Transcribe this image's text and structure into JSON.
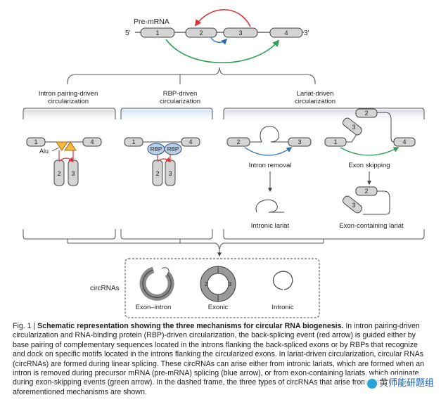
{
  "top": {
    "title": "Pre-mRNA",
    "five_prime": "5′",
    "three_prime": "3′",
    "exons": [
      "1",
      "2",
      "3",
      "4"
    ]
  },
  "panels": {
    "intron": {
      "title": "Intron pairing-driven circularization",
      "exon_left": "1",
      "exon_right": "4",
      "exon_a": "2",
      "exon_b": "3",
      "alu": "Alu"
    },
    "rbp": {
      "title": "RBP-driven circularization",
      "exon_left": "1",
      "exon_right": "4",
      "exon_a": "2",
      "exon_b": "3",
      "rbp_left": "RBP",
      "rbp_right": "RBP"
    },
    "lariat": {
      "title": "Lariat-driven circularization",
      "intron_removal": {
        "exon_left": "2",
        "exon_right": "3",
        "label": "Intron removal",
        "product": "Intronic lariat"
      },
      "exon_skipping": {
        "exon_left": "1",
        "exon_right": "4",
        "exon_top": "2",
        "exon_diag": "3",
        "label": "Exon skipping",
        "product_top": "2",
        "product_diag": "3",
        "product": "Exon-containing lariat"
      }
    }
  },
  "circrnas": {
    "label": "circRNAs",
    "exon_intron": "Exon–intron",
    "exonic": "Exonic",
    "exonic_left": "2",
    "exonic_right": "3",
    "intronic": "Intronic"
  },
  "caption": {
    "prefix": "Fig. 1 | ",
    "lead": "Schematic representation showing the three mechanisms for circular RNA biogenesis.",
    "body": " In intron pairing-driven circularization and RNA-binding protein (RBP)-driven circularization, the back-splicing event (red arrow) is guided either by base pairing of complementary sequences located in the introns flanking the back-spliced exons or by RBPs that recognize and dock on specific motifs located in the introns flanking the circularized exons. In lariat-driven circularization, circular RNAs (circRNAs) are formed during linear splicing. These circRNAs can arise either from intronic lariats, which are formed when an intron is removed during precursor mRNA (pre-mRNA) splicing (blue arrow), or from exon-containing lariats, which originate during exon-skipping events (green arrow). In the dashed frame, the three types of circRNAs that arise from the aforementioned mechanisms are shown."
  },
  "watermark": "黄师能研题组",
  "colors": {
    "exon_fill": "#d4d4d4",
    "red_arrow": "#d9343b",
    "blue_arrow": "#2e6fb0",
    "green_arrow": "#2f9e57",
    "alu_fill": "#f4b942",
    "rbp_fill": "#b8cde6",
    "panel_grey": "#ededed",
    "panel_blue": "#dcebf7",
    "panel_purple": "#e6e2ee"
  }
}
